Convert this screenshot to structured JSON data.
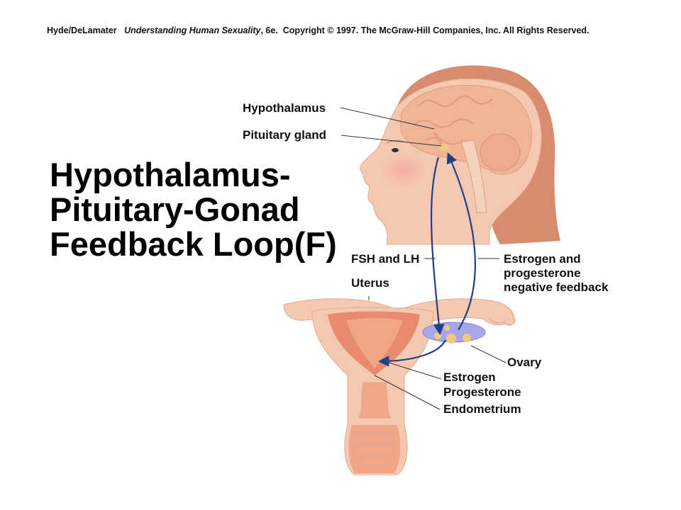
{
  "copyright": {
    "authors": "Hyde/DeLamater",
    "book": "Understanding Human Sexuality",
    "edition": ", 6e.",
    "notice": "Copyright © 1997. The McGraw-Hill Companies, Inc. All Rights Reserved."
  },
  "title": {
    "line1": "Hypothalamus-",
    "line2": "Pituitary-Gonad",
    "line3": "Feedback Loop(F)"
  },
  "labels": {
    "hypothalamus": "Hypothalamus",
    "pituitary": "Pituitary gland",
    "fsh_lh": "FSH and LH",
    "uterus": "Uterus",
    "feedback_1": "Estrogen and",
    "feedback_2": "progesterone",
    "feedback_3": "negative feedback",
    "ovary": "Ovary",
    "estrogen": "Estrogen",
    "progesterone": "Progesterone",
    "endometrium": "Endometrium"
  },
  "colors": {
    "skin": "#f5c9b0",
    "hair": "#d98b6e",
    "brain": "#f0b496",
    "tissue": "#f2a587",
    "lining": "#e88a6e",
    "ovary": "#a9a6e8",
    "arrow": "#1f3f86"
  }
}
